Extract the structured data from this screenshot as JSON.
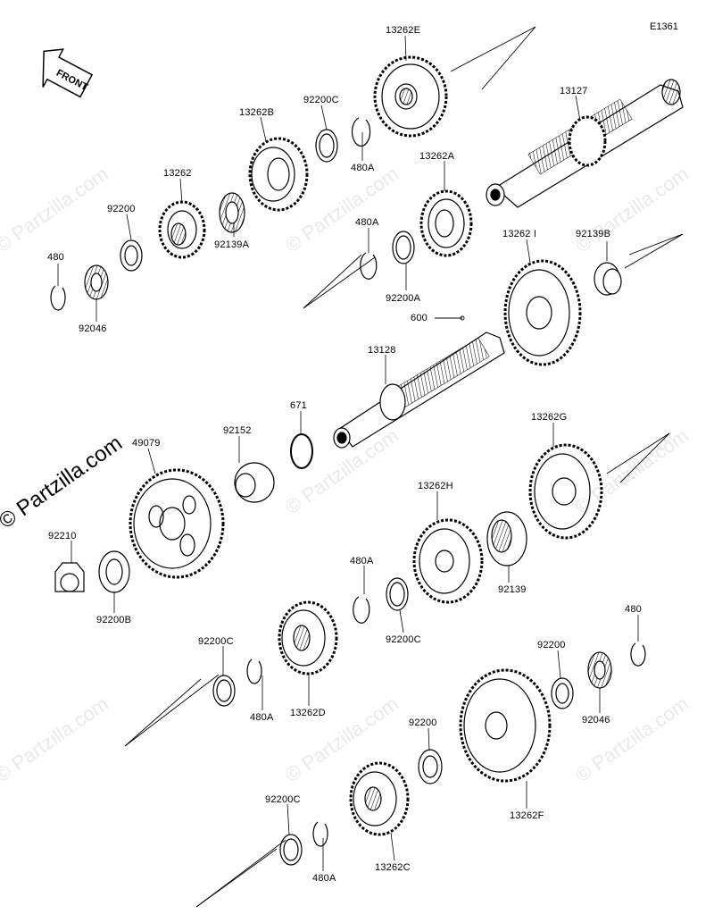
{
  "diagram": {
    "code": "E1361",
    "front_label": "FRONT",
    "watermark": "© Partzilla.com",
    "labels": {
      "l13262E": "13262E",
      "l13127": "13127",
      "l92200C_top": "92200C",
      "l13262B": "13262B",
      "l480A_top": "480A",
      "l13262A": "13262A",
      "l13262": "13262",
      "l92200": "92200",
      "l92139A": "92139A",
      "l480_left": "480",
      "l92046_left": "92046",
      "l480A_mid": "480A",
      "l92200A": "92200A",
      "l13262I": "13262 I",
      "l92139B": "92139B",
      "l600": "600",
      "l13128": "13128",
      "l671": "671",
      "l92152": "92152",
      "l49079": "49079",
      "l13262G": "13262G",
      "l13262H": "13262H",
      "l92210": "92210",
      "l92200B": "92200B",
      "l92139": "92139",
      "l480A_c": "480A",
      "l92200C_mid": "92200C",
      "l92200C_left": "92200C",
      "l480A_left": "480A",
      "l13262D": "13262D",
      "l480_right": "480",
      "l92200_right": "92200",
      "l92046_right": "92046",
      "l92200_low": "92200",
      "l13262F": "13262F",
      "l92200C_bot": "92200C",
      "l480A_bot": "480A",
      "l13262C": "13262C"
    }
  }
}
